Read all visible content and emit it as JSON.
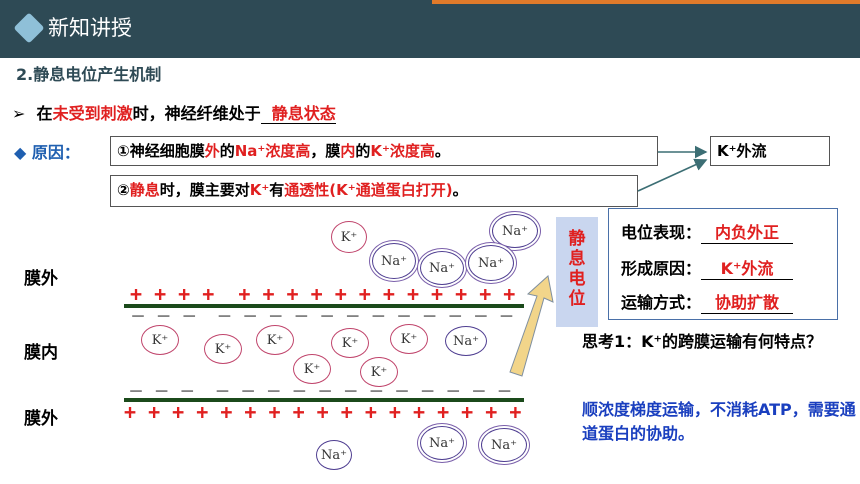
{
  "header": {
    "title": "新知讲授"
  },
  "section": {
    "title": "2.静息电位产生机制"
  },
  "line1": {
    "bullet": "➢",
    "prefix": "在",
    "red1": "未受到刺激",
    "middle": "时，神经纤维处于",
    "blank_answer": "静息状态"
  },
  "reason": {
    "label": "◆ 原因：",
    "box1": {
      "p1": "①神经细胞膜",
      "r1": "外",
      "p2": "的",
      "r2": "Na⁺浓度高",
      "p3": "，膜",
      "r3": "内",
      "p4": "的",
      "r4": "K⁺浓度高",
      "p5": "。"
    },
    "box2": {
      "p1": "②",
      "r1": "静息",
      "p2": "时，膜主要对",
      "r2": "K⁺",
      "p3": "有",
      "r3": "通透性(K⁺通道蛋白打开)",
      "p4": "。"
    },
    "result": {
      "r1": "K⁺外流"
    }
  },
  "vertical_label": "静息电位",
  "info": {
    "rows": [
      {
        "label": "电位表现：",
        "value": "内负外正"
      },
      {
        "label": "形成原因：",
        "value": "K⁺外流"
      },
      {
        "label": "运输方式：",
        "value": "协助扩散"
      }
    ]
  },
  "diagram": {
    "labels": {
      "outside_top": "膜外",
      "inside": "膜内",
      "outside_bottom": "膜外"
    },
    "plus_top": "+ + + +  + + + + + + + + + + + +",
    "minus_top": "－ － －  － － － － － － － － － － － －",
    "minus_bottom": "－ － －  － － － － － － － － － － － －",
    "plus_bottom": "+ + + + + + + + + + + + + + + + +",
    "ion_k": "K⁺",
    "ion_na": "Na⁺"
  },
  "think": {
    "text": "思考1：K⁺的跨膜运输有何特点？"
  },
  "answer": {
    "text": "顺浓度梯度运输，不消耗ATP，需要通道蛋白的协助。"
  },
  "colors": {
    "header": "#2e4a55",
    "accent_red": "#e02020",
    "accent_blue": "#1a3fbf",
    "label_box": "#c9d6ef"
  }
}
